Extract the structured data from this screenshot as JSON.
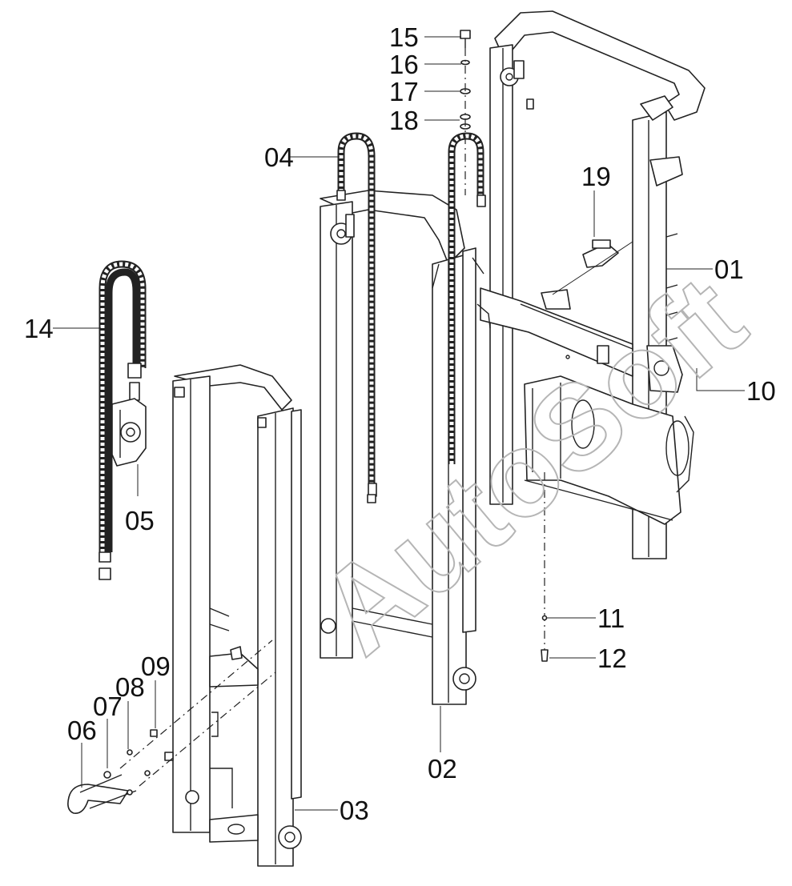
{
  "watermark": "AutoSoft",
  "callouts": {
    "p01": "01",
    "p02": "02",
    "p03": "03",
    "p04": "04",
    "p05": "05",
    "p06": "06",
    "p07": "07",
    "p08": "08",
    "p09": "09",
    "p10": "10",
    "p11": "11",
    "p12": "12",
    "p14": "14",
    "p15": "15",
    "p16": "16",
    "p17": "17",
    "p18": "18",
    "p19": "19"
  }
}
